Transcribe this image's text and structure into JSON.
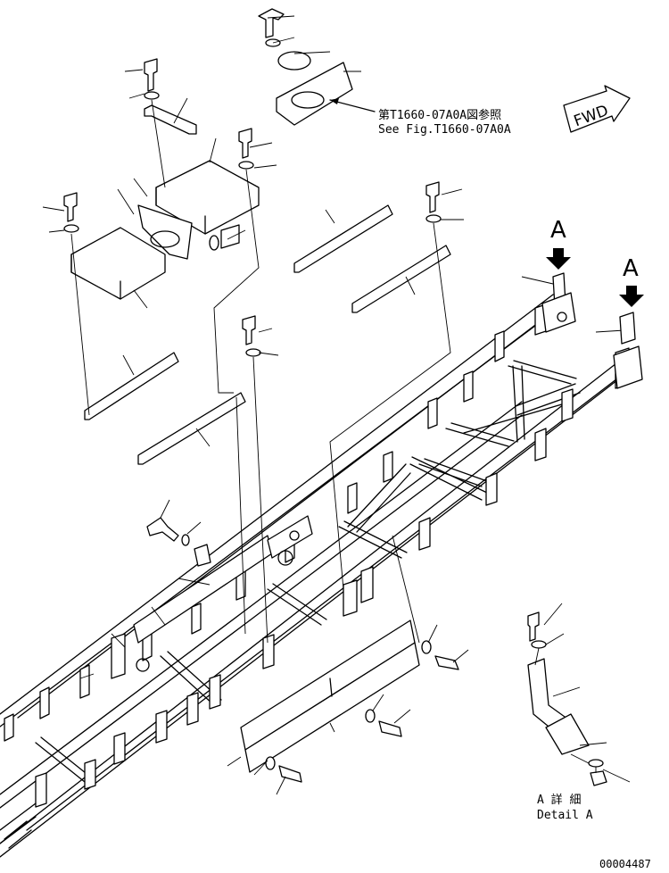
{
  "reference": {
    "line1": "第T1660-07A0A図参照",
    "line2": "See Fig.T1660-07A0A"
  },
  "forward_mark": "FWD",
  "view_marker": "A",
  "detail": {
    "line1": "A 詳 細",
    "line2": "Detail A"
  },
  "drawing_number": "00004487"
}
